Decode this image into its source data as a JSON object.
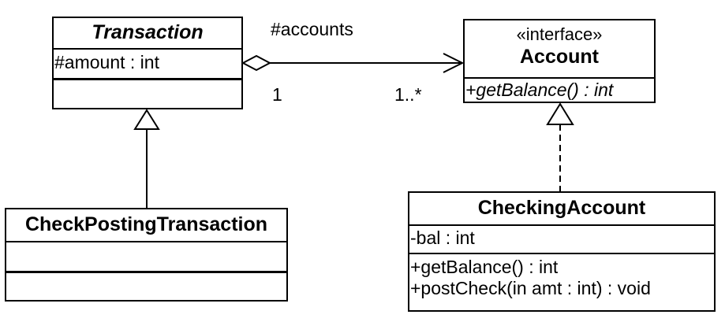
{
  "classes": {
    "transaction": {
      "name": "Transaction",
      "attributes": [
        "#amount : int"
      ],
      "operations": []
    },
    "account": {
      "stereotype": "«interface»",
      "name": "Account",
      "operations": [
        "+getBalance() : int"
      ]
    },
    "check_posting_transaction": {
      "name": "CheckPostingTransaction",
      "attributes": [],
      "operations": []
    },
    "checking_account": {
      "name": "CheckingAccount",
      "attributes": [
        "-bal : int"
      ],
      "operations": [
        "+getBalance() : int",
        "+postCheck(in amt : int) : void"
      ]
    }
  },
  "association": {
    "role": "#accounts",
    "source_multiplicity": "1",
    "target_multiplicity": "1..*"
  }
}
